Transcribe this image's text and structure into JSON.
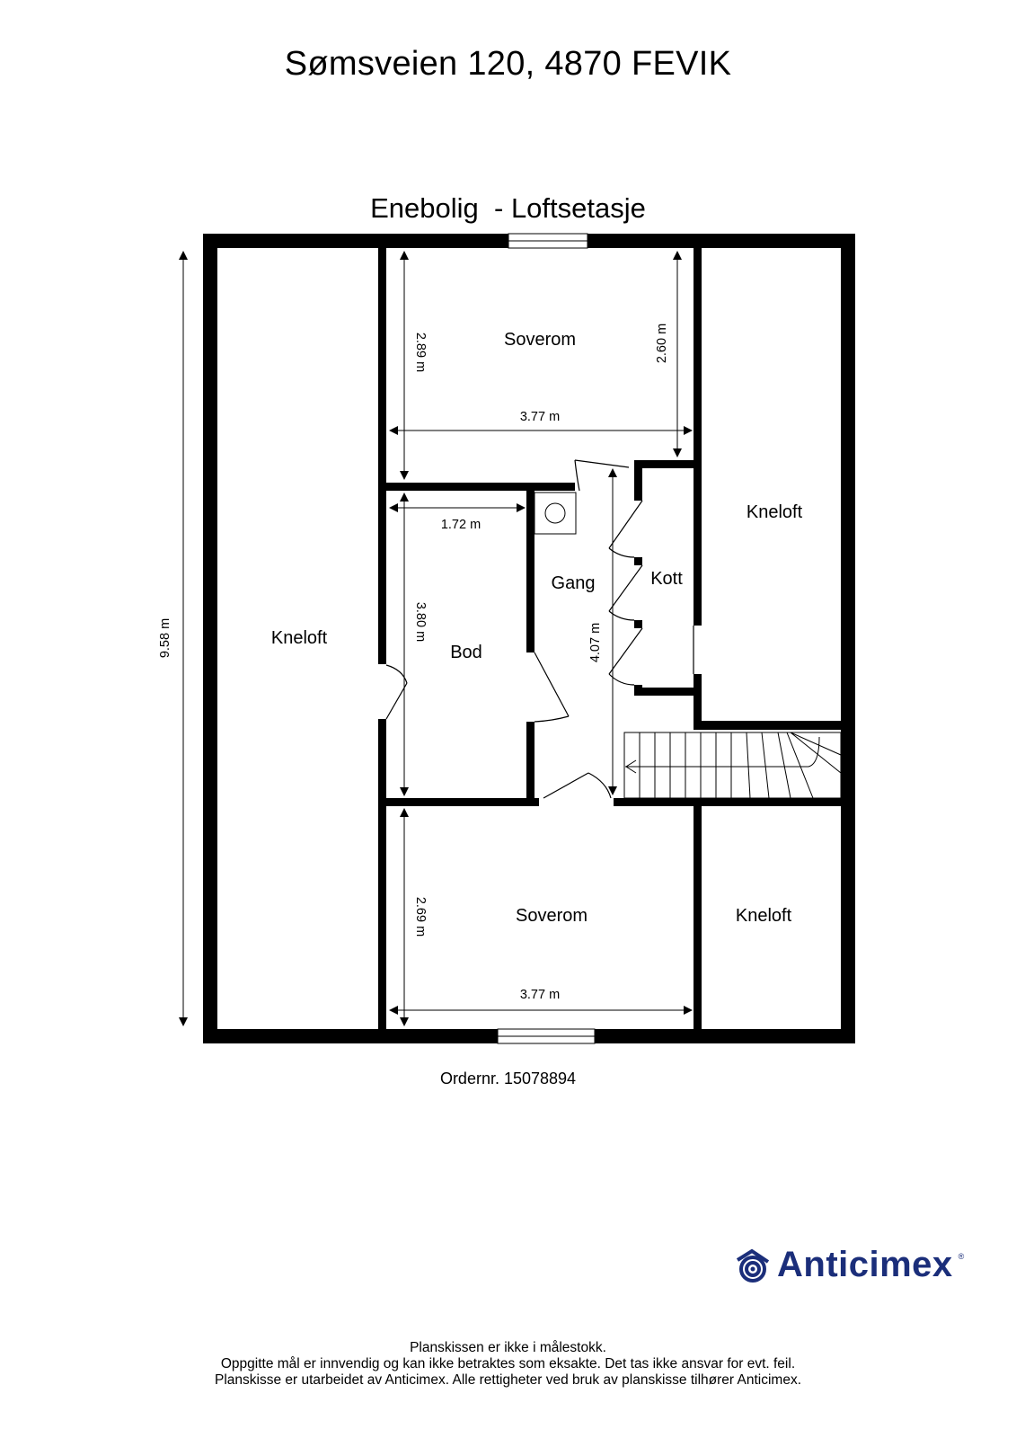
{
  "header": {
    "address": "Sømsveien 120, 4870 FEVIK",
    "floor_title": "Enebolig  - Loftsetasje"
  },
  "rooms": [
    {
      "name": "Kneloft",
      "position": "left"
    },
    {
      "name": "Soverom",
      "position": "top-center"
    },
    {
      "name": "Kneloft",
      "position": "right-upper"
    },
    {
      "name": "Bod",
      "position": "center-left"
    },
    {
      "name": "Gang",
      "position": "center"
    },
    {
      "name": "Kott",
      "position": "center-right"
    },
    {
      "name": "Soverom",
      "position": "bottom-center"
    },
    {
      "name": "Kneloft",
      "position": "right-lower"
    }
  ],
  "dimensions": {
    "total_height": "9.58 m",
    "top_bedroom_left_height": "2.89 m",
    "top_bedroom_right_height": "2.60 m",
    "top_bedroom_width": "3.77 m",
    "bod_width": "1.72 m",
    "bod_height": "3.80 m",
    "gang_length": "4.07 m",
    "bottom_bedroom_height": "2.69 m",
    "bottom_bedroom_width": "3.77 m"
  },
  "order": "Ordernr. 15078894",
  "logo": {
    "name": "Anticimex",
    "registered": "®",
    "color": "#1b2e7a"
  },
  "disclaimer": [
    "Planskissen er ikke i målestokk.",
    "Oppgitte mål er innvendig og kan ikke betraktes som eksakte. Det tas ikke ansvar for evt. feil.",
    "Planskisse er utarbeidet av Anticimex. Alle rettigheter ved bruk av planskisse tilhører Anticimex."
  ]
}
